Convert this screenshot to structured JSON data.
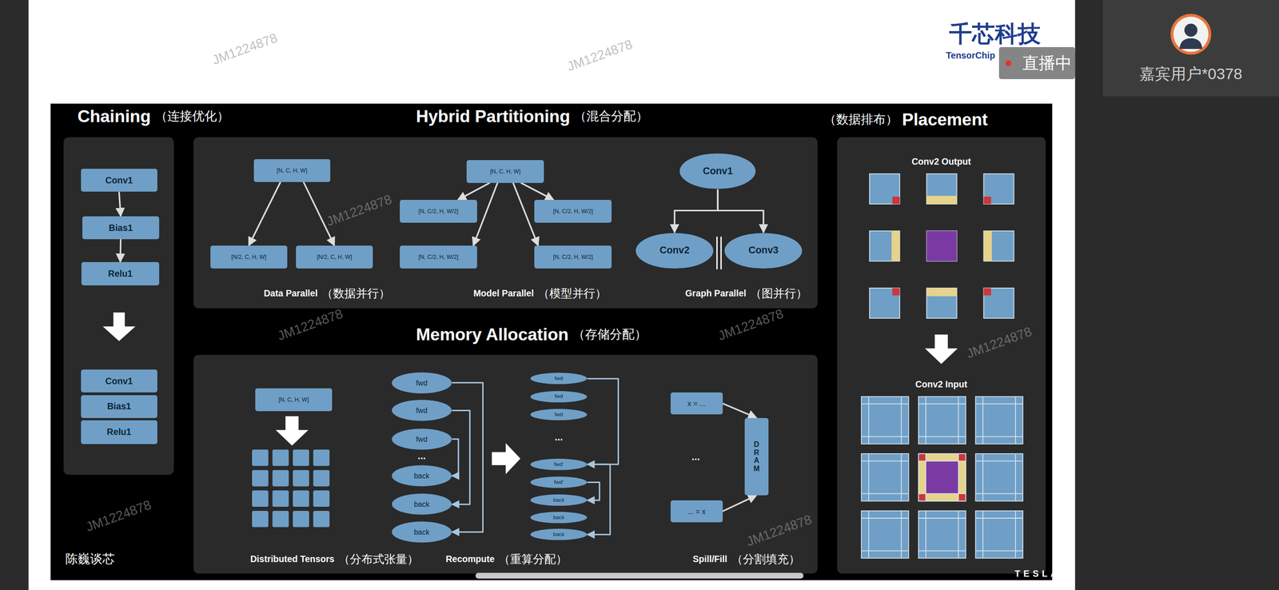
{
  "diagram": {
    "nodes": [
      {
        "text": [
          "直播中"
        ]
      },
      {
        "text": [
          "Chaining",
          "（连接优化）"
        ]
      },
      {
        "text": [
          "Conv1"
        ],
        "in": 1
      },
      {
        "text": [
          "Bias1"
        ],
        "in": 1
      },
      {
        "text": [
          "Relu1"
        ],
        "in": 1
      },
      {
        "text": [
          "Conv1"
        ],
        "in": 1
      },
      {
        "text": [
          "Bias1"
        ],
        "in": 1
      },
      {
        "text": [
          "Relu1"
        ],
        "in": 1
      },
      {
        "text": [
          "Hybrid Partitioning",
          "（混合分配）"
        ]
      },
      {
        "text": [
          "[N, C, H, W]"
        ],
        "in": 8
      },
      {
        "text": [
          "[N/2, C, H, W]"
        ],
        "in": 8
      },
      {
        "text": [
          "[N/2, C, H, W]"
        ],
        "in": 8
      },
      {
        "text": [
          "[N, C, H, W]"
        ],
        "in": 8
      },
      {
        "text": [
          "[N, C/2, H, W/2]"
        ],
        "in": 8
      },
      {
        "text": [
          "[N, C/2, H, W/2]"
        ],
        "in": 8
      },
      {
        "text": [
          "[N, C/2, H, W/2]"
        ],
        "in": 8
      },
      {
        "text": [
          "[N, C/2, H, W/2]"
        ],
        "in": 8
      },
      {
        "text": [
          "Conv1"
        ],
        "in": 8
      },
      {
        "text": [
          "Conv2"
        ],
        "in": 8
      },
      {
        "text": [
          "Conv3"
        ],
        "in": 8
      },
      {
        "text": [
          "（数据排布）",
          "Placement"
        ]
      },
      {
        "text": [
          "Memory Allocation",
          "（存储分配）"
        ]
      },
      {
        "text": [
          "[N, C, H, W]"
        ],
        "in": 21
      },
      {
        "text": [
          "fwd"
        ],
        "in": 21
      },
      {
        "text": [
          "fwd"
        ],
        "in": 21
      },
      {
        "text": [
          "fwd"
        ],
        "in": 21
      },
      {
        "text": [
          "back"
        ],
        "in": 21
      },
      {
        "text": [
          "back"
        ],
        "in": 21
      },
      {
        "text": [
          "back"
        ],
        "in": 21
      },
      {
        "text": [
          "fwd"
        ],
        "in": 21
      },
      {
        "text": [
          "fwd"
        ],
        "in": 21
      },
      {
        "text": [
          "fwd"
        ],
        "in": 21
      },
      {
        "text": [
          "fwd'"
        ],
        "in": 21
      },
      {
        "text": [
          "fwd'"
        ],
        "in": 21
      },
      {
        "text": [
          "back"
        ],
        "in": 21
      },
      {
        "text": [
          "back"
        ],
        "in": 21
      },
      {
        "text": [
          "back"
        ],
        "in": 21
      },
      {
        "text": [
          "x = ..."
        ],
        "in": 21
      },
      {
        "text": [
          "DRAM"
        ],
        "in": 21
      },
      {
        "text": [
          "... = x"
        ],
        "in": 21
      }
    ],
    "edges": [
      {
        "from": 2,
        "to": 3,
        "arrow": "to"
      },
      {
        "from": 3,
        "to": 4,
        "arrow": "to"
      },
      {
        "from": 9,
        "to": 10,
        "arrow": "to"
      },
      {
        "from": 9,
        "to": 11,
        "arrow": "to"
      },
      {
        "from": 12,
        "to": 13,
        "arrow": "to"
      },
      {
        "from": 12,
        "to": 14,
        "arrow": "to"
      },
      {
        "from": 12,
        "to": 15,
        "arrow": "to"
      },
      {
        "from": 12,
        "to": 16,
        "arrow": "to"
      },
      {
        "from": 17,
        "to": 18,
        "arrow": "to"
      },
      {
        "from": 17,
        "to": 19,
        "arrow": "to"
      },
      {
        "from": 23,
        "to": 28,
        "arrow": "to"
      },
      {
        "from": 24,
        "to": 27,
        "arrow": "to"
      },
      {
        "from": 25,
        "to": 26,
        "arrow": "to"
      },
      {
        "from": 29,
        "to": 32,
        "arrow": "to"
      },
      {
        "from": 32,
        "to": 36,
        "arrow": "to"
      },
      {
        "from": 33,
        "to": 34,
        "arrow": "to"
      },
      {
        "from": 37,
        "to": 38,
        "arrow": "to"
      },
      {
        "from": 39,
        "to": 38,
        "arrow": "to"
      }
    ],
    "labels": [
      "千芯科技",
      "TensorChip",
      "嘉宾用户*0378",
      "Data Parallel",
      "（数据并行）",
      "Model Parallel",
      "（模型并行）",
      "Graph Parallel",
      "（图并行）",
      "Conv2 Output",
      "Conv2 Input",
      "Distributed Tensors",
      "（分布式张量）",
      "...",
      "...",
      "Recompute",
      "（重算分配）",
      "...",
      "Spill/Fill",
      "（分割填充）",
      "陈巍谈芯",
      "TESLA",
      "JM1224878",
      "JM1224878",
      "JM1224878",
      "JM1224878",
      "JM1224878",
      "JM1224878",
      "JM1224878",
      "JM1224878"
    ]
  }
}
